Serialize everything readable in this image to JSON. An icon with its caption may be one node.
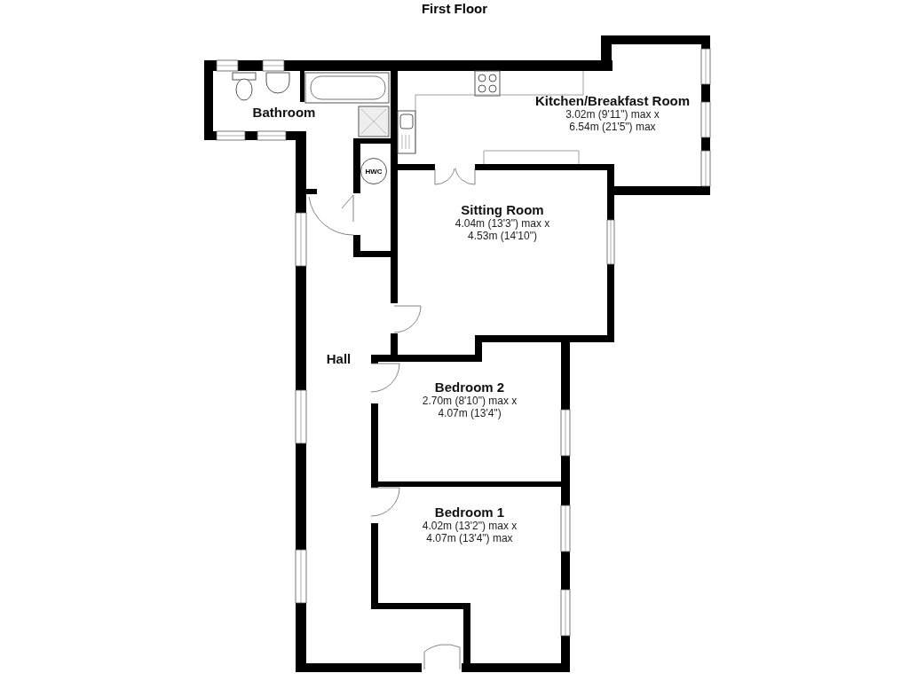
{
  "diagram": {
    "title": "First Floor",
    "nodes": [
      {
        "text": [
          "Bathroom"
        ]
      },
      {
        "text": [
          "Kitchen/Breakfast Room",
          "3.02m (9'11\") max x 6.54m (21'5\") max"
        ]
      },
      {
        "text": [
          "HWC"
        ]
      },
      {
        "text": [
          "Sitting Room",
          "4.04m (13'3\") max x 4.53m (14'10\")"
        ]
      },
      {
        "text": [
          "Hall"
        ]
      },
      {
        "text": [
          "Bedroom 2",
          "2.70m (8'10\") max x 4.07m (13'4\")"
        ]
      },
      {
        "text": [
          "Bedroom 1",
          "4.02m (13'2\") max x 4.07m (13'4\") max"
        ]
      }
    ]
  }
}
